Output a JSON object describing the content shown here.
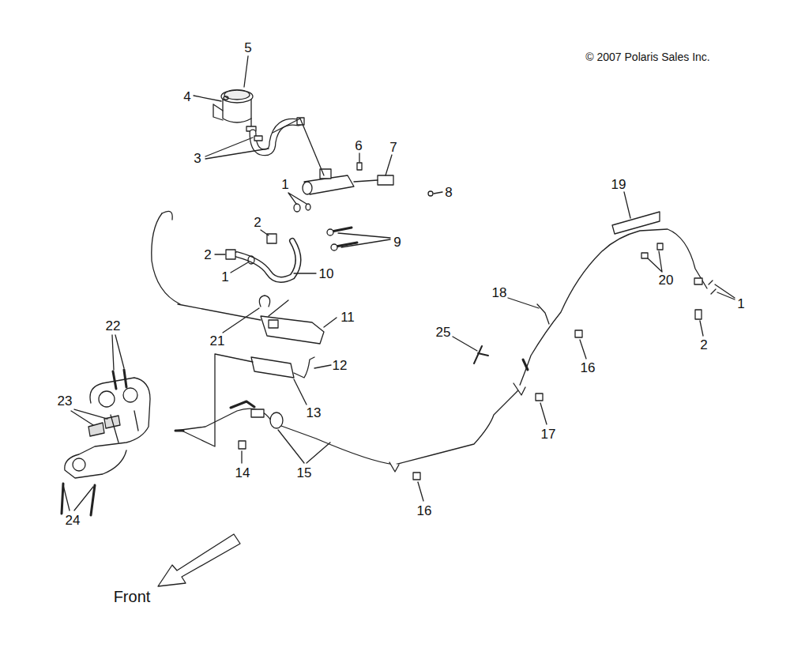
{
  "diagram": {
    "labels": [
      "5",
      "© 2007 Polaris Sales Inc.",
      "4",
      "6",
      "7",
      "3",
      "1",
      "19",
      "8",
      "2",
      "9",
      "2",
      "1",
      "10",
      "20",
      "1",
      "18",
      "21",
      "11",
      "22",
      "2",
      "25",
      "16",
      "12",
      "23",
      "13",
      "17",
      "14",
      "15",
      "16",
      "24",
      "Front"
    ]
  }
}
